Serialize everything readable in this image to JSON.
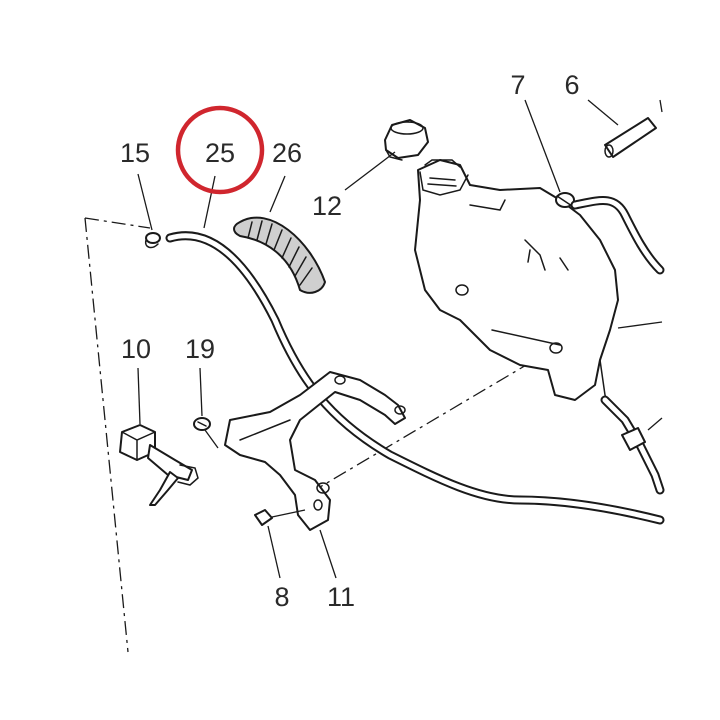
{
  "callouts": {
    "c15": "15",
    "c25": "25",
    "c26": "26",
    "c12": "12",
    "c7": "7",
    "c6": "6",
    "c10": "10",
    "c19": "19",
    "c8": "8",
    "c11": "11"
  },
  "colors": {
    "highlight": "#d0262e",
    "line": "#1a1a1a",
    "text": "#2a2a2a"
  }
}
